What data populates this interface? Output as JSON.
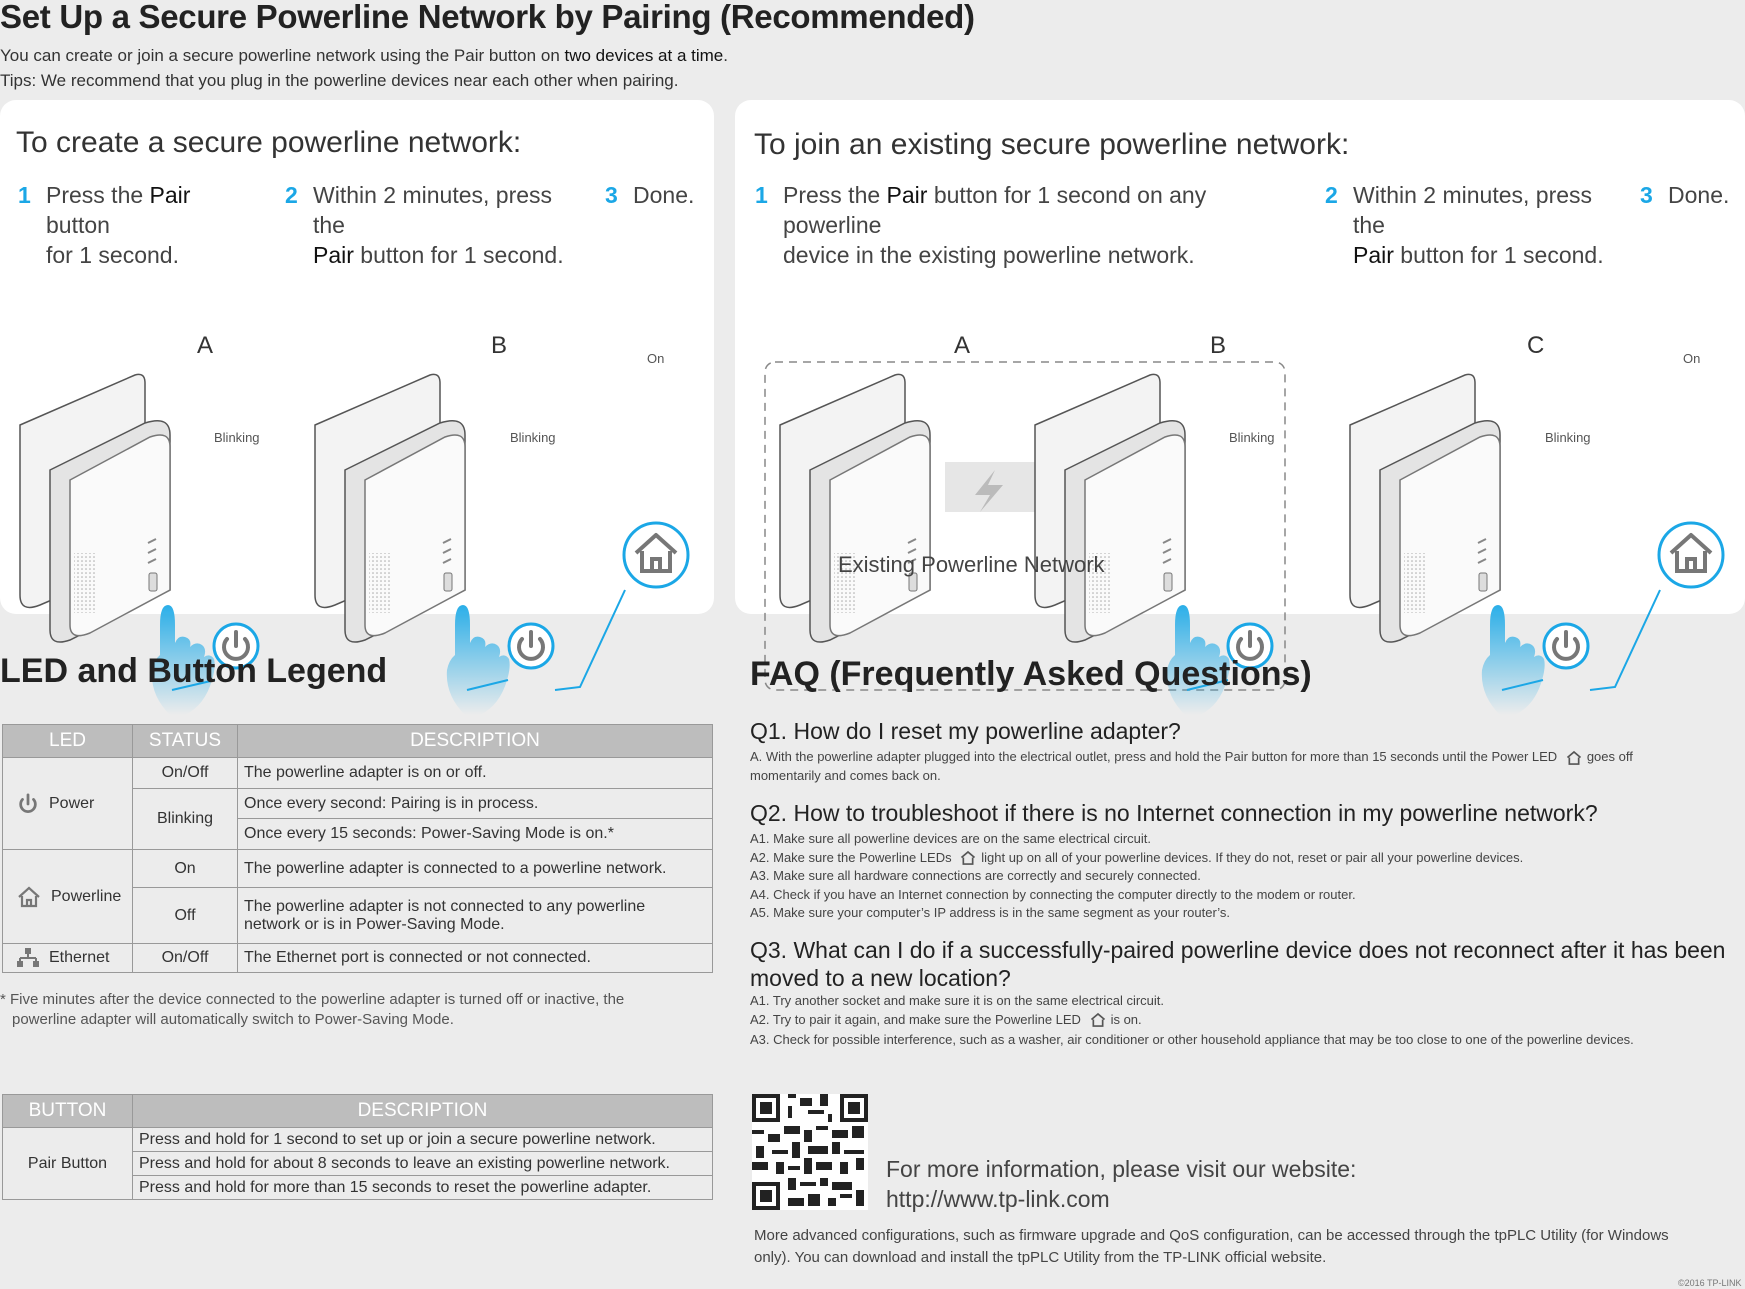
{
  "title": "Set Up a Secure Powerline Network by Pairing (Recommended)",
  "intro": {
    "line1_prefix": "You can create or join a secure powerline network using the Pair button on ",
    "line1_bold": "two devices at a time",
    "line1_suffix": ".",
    "line2": "Tips: We recommend that you plug in the powerline devices near each other when pairing."
  },
  "create": {
    "title": "To create a secure powerline network:",
    "steps": [
      {
        "num": "1",
        "pre": "Press the ",
        "bold": "Pair",
        "post": " button",
        "line2": "for 1 second."
      },
      {
        "num": "2",
        "pre": "Within 2 minutes, press the",
        "bold": "Pair",
        "post": " button for 1 second."
      },
      {
        "num": "3",
        "text": "Done."
      }
    ],
    "labels": {
      "a": "A",
      "b": "B",
      "blink1": "Blinking",
      "blink2": "Blinking",
      "on": "On"
    }
  },
  "join": {
    "title": "To join an existing secure powerline network:",
    "steps": [
      {
        "num": "1",
        "pre": "Press the ",
        "bold": "Pair",
        "post": " button for 1 second on any powerline",
        "line2": "device in the existing powerline network."
      },
      {
        "num": "2",
        "pre": "Within 2 minutes, press the",
        "bold": "Pair",
        "post": " button for 1 second."
      },
      {
        "num": "3",
        "text": "Done."
      }
    ],
    "labels": {
      "a": "A",
      "b": "B",
      "c": "C",
      "blink1": "Blinking",
      "blink2": "Blinking",
      "on": "On",
      "network": "Existing Powerline Network"
    }
  },
  "legend": {
    "title": "LED and Button Legend",
    "headers": [
      "LED",
      "STATUS",
      "DESCRIPTION"
    ],
    "power": "Power",
    "powerline": "Powerline",
    "ethernet": "Ethernet",
    "rows": {
      "p1_status": "On/Off",
      "p1_desc": "The powerline adapter is on or off.",
      "p2_status": "Blinking",
      "p2_desc": "Once every second: Pairing is in process.",
      "p3_desc": "Once every 15 seconds: Power-Saving Mode is on.*",
      "pl1_status": "On",
      "pl1_desc": "The powerline adapter is connected to a powerline network.",
      "pl2_status": "Off",
      "pl2_desc_1": "The powerline adapter is not connected to any powerline",
      "pl2_desc_2": "network or is in Power-Saving Mode.",
      "e_status": "On/Off",
      "e_desc": "The Ethernet port is connected or not connected."
    },
    "note1": "* Five minutes after the device connected to the powerline adapter is turned off or inactive, the",
    "note2": "powerline adapter will automatically switch to Power-Saving Mode.",
    "button_headers": [
      "BUTTON",
      "DESCRIPTION"
    ],
    "button_name": "Pair Button",
    "button_rows": [
      "Press and hold for 1 second to set up or join a secure powerline network.",
      "Press and hold for about 8 seconds to leave an existing powerline network.",
      "Press and hold for more than 15 seconds to reset the powerline adapter."
    ]
  },
  "faq": {
    "title": "FAQ (Frequently Asked Questions)",
    "q1": "Q1. How do I reset my powerline adapter?",
    "q1_a_1": "A. With the powerline adapter plugged into the electrical outlet, press and hold the Pair button for more than 15 seconds until the Power LED",
    "q1_a_1b": "goes off",
    "q1_a_2": "momentarily and comes back on.",
    "q2": "Q2. How to troubleshoot if there is no Internet connection in my powerline network?",
    "q2_a1": "A1. Make sure all powerline devices are on the same electrical circuit.",
    "q2_a2_pre": "A2. Make sure the Powerline LEDs",
    "q2_a2_post": "light up on all of your powerline devices. If they do not, reset or pair all your powerline devices.",
    "q2_a3": "A3. Make sure all hardware connections are correctly and securely connected.",
    "q2_a4": "A4. Check if you have an Internet connection by connecting the computer directly to the modem or router.",
    "q2_a5": "A5. Make sure your computer’s IP address is in the same segment as your router’s.",
    "q3_1": "Q3. What can I do if a successfully-paired powerline device does not reconnect after it has been",
    "q3_2": "moved to a new location?",
    "q3_a1": "A1. Try another socket and make sure it is on the same electrical circuit.",
    "q3_a2_pre": "A2. Try to pair it again, and make sure the Powerline LED",
    "q3_a2_post": "is on.",
    "q3_a3": "A3. Check for possible interference, such as a washer, air conditioner or other household appliance that may be too close to one of the powerline devices."
  },
  "footer": {
    "info1": "For more information, please visit our website:",
    "info2": "http://www.tp-link.com",
    "more1": "More advanced configurations, such as firmware upgrade and QoS configuration, can be accessed through the tpPLC Utility (for Windows",
    "more2": "only). You can download and install the tpPLC Utility from the TP-LINK official website.",
    "copyright": "©2016 TP-LINK"
  },
  "colors": {
    "accent": "#1ba7e6",
    "header_gray": "#bdbdbd"
  }
}
